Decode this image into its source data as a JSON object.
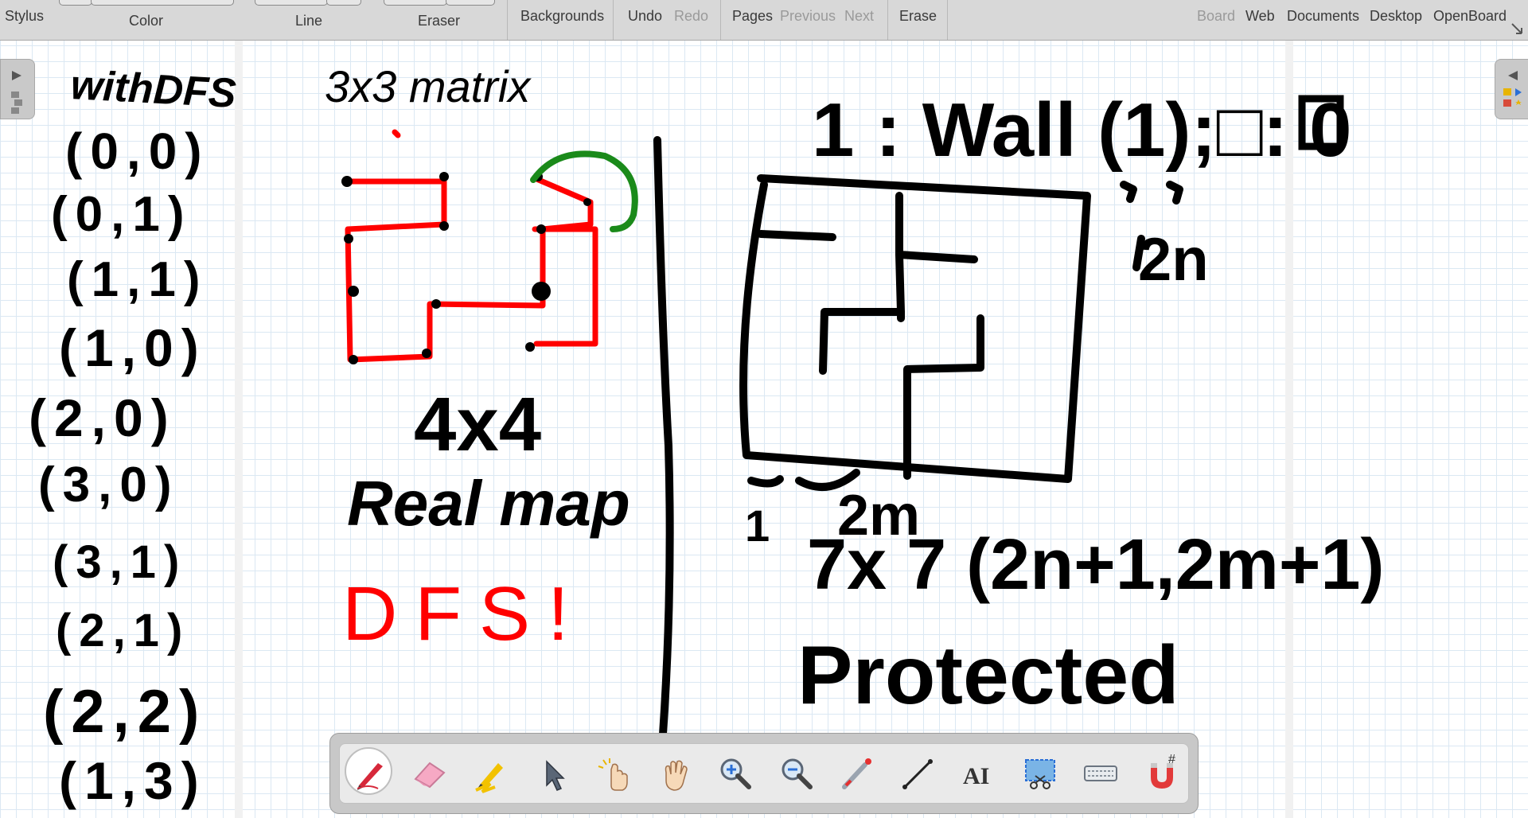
{
  "toolbar": {
    "stylus": "Stylus",
    "color": "Color",
    "line": "Line",
    "eraser": "Eraser",
    "backgrounds": "Backgrounds",
    "undo": "Undo",
    "redo": "Redo",
    "pages": "Pages",
    "previous": "Previous",
    "next": "Next",
    "erase": "Erase",
    "board": "Board",
    "web": "Web",
    "documents": "Documents",
    "desktop": "Desktop",
    "openboard": "OpenBoard"
  },
  "handwriting": {
    "dfs_heading": "withDFS",
    "coords": [
      "(0,0)",
      "(0,1)",
      "(1,1)",
      "(1,0)",
      "(2,0)",
      "(3,0)",
      "(3,1)",
      "(2,1)",
      "(2,2)",
      "(1,3)"
    ],
    "matrix_label": "3x3 matrix",
    "size_label": "4x4",
    "real_map": "Real map",
    "dfs_exclaim": "DFS!",
    "legend": "1 : Wall (1);□: 0",
    "n_label": "2n",
    "m_label": "2m",
    "one_label": "1",
    "size_formula": "7x 7 (2n+1,2m+1)",
    "protected": "Protected"
  },
  "palette": {
    "tools": [
      "pen-icon",
      "eraser-icon",
      "highlighter-icon",
      "selector-icon",
      "interactor-icon",
      "hand-icon",
      "zoom-in-icon",
      "zoom-out-icon",
      "laser-pointer-icon",
      "line-icon",
      "text-icon",
      "capture-icon",
      "virtual-keyboard-icon",
      "magnet-icon"
    ],
    "active_tool": "pen-icon"
  },
  "colors": {
    "ink": "#000000",
    "red_ink": "#ff0000",
    "green_ink": "#1a8a1a",
    "toolbar_bg": "#d8d8d8",
    "grid": "#dbe8f3"
  }
}
